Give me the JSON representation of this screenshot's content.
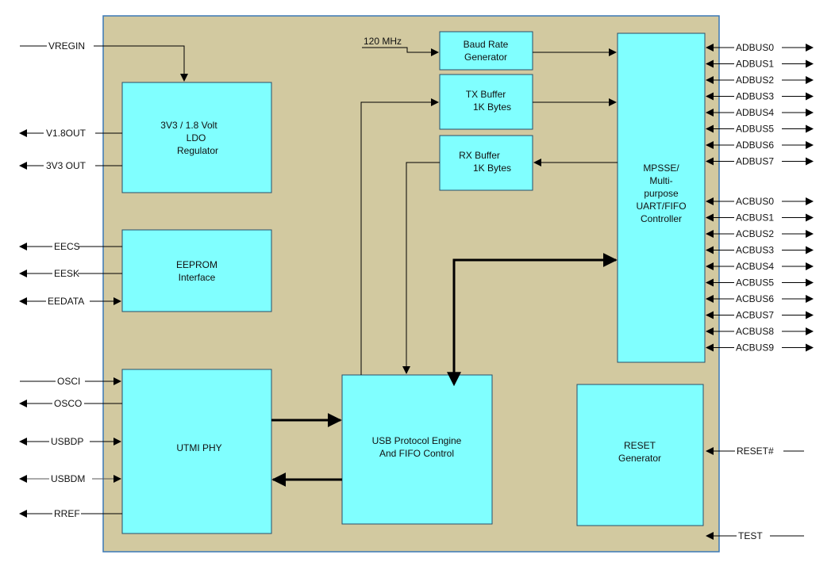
{
  "colors": {
    "chip_body": "#d2c9a0",
    "chip_border": "#3a78b5",
    "block_fill": "#80ffff",
    "block_border": "#2a4d69",
    "line": "#000000"
  },
  "blocks": {
    "ldo": [
      "3V3  / 1.8 Volt",
      "LDO",
      "Regulator"
    ],
    "eeprom": [
      "EEPROM",
      "Interface"
    ],
    "utmi": [
      "UTMI PHY"
    ],
    "usb": [
      "USB Protocol Engine",
      "And FIFO Control"
    ],
    "baud": [
      "Baud Rate",
      "Generator"
    ],
    "tx": [
      "TX Buffer",
      "1K Bytes"
    ],
    "rx": [
      "RX Buffer",
      "1K Bytes"
    ],
    "mpsse": [
      "MPSSE/",
      "Multi-",
      "purpose",
      "UART/FIFO",
      "Controller"
    ],
    "reset": [
      "RESET",
      "Generator"
    ]
  },
  "clock_label": "120 MHz",
  "left_pins": {
    "vregin": "VREGIN",
    "v18out": "V1.8OUT",
    "v33out": "3V3 OUT",
    "eecs": "EECS",
    "eesk": "EESK",
    "eedata": "EEDATA",
    "osci": "OSCI",
    "osco": "OSCO",
    "usbdp": "USBDP",
    "usbdm": "USBDM",
    "rref": "RREF"
  },
  "adbus": [
    "ADBUS0",
    "ADBUS1",
    "ADBUS2",
    "ADBUS3",
    "ADBUS4",
    "ADBUS5",
    "ADBUS6",
    "ADBUS7"
  ],
  "acbus": [
    "ACBUS0",
    "ACBUS1",
    "ACBUS2",
    "ACBUS3",
    "ACBUS4",
    "ACBUS5",
    "ACBUS6",
    "ACBUS7",
    "ACBUS8",
    "ACBUS9"
  ],
  "right_pins": {
    "reset": "RESET#",
    "test": "TEST"
  }
}
